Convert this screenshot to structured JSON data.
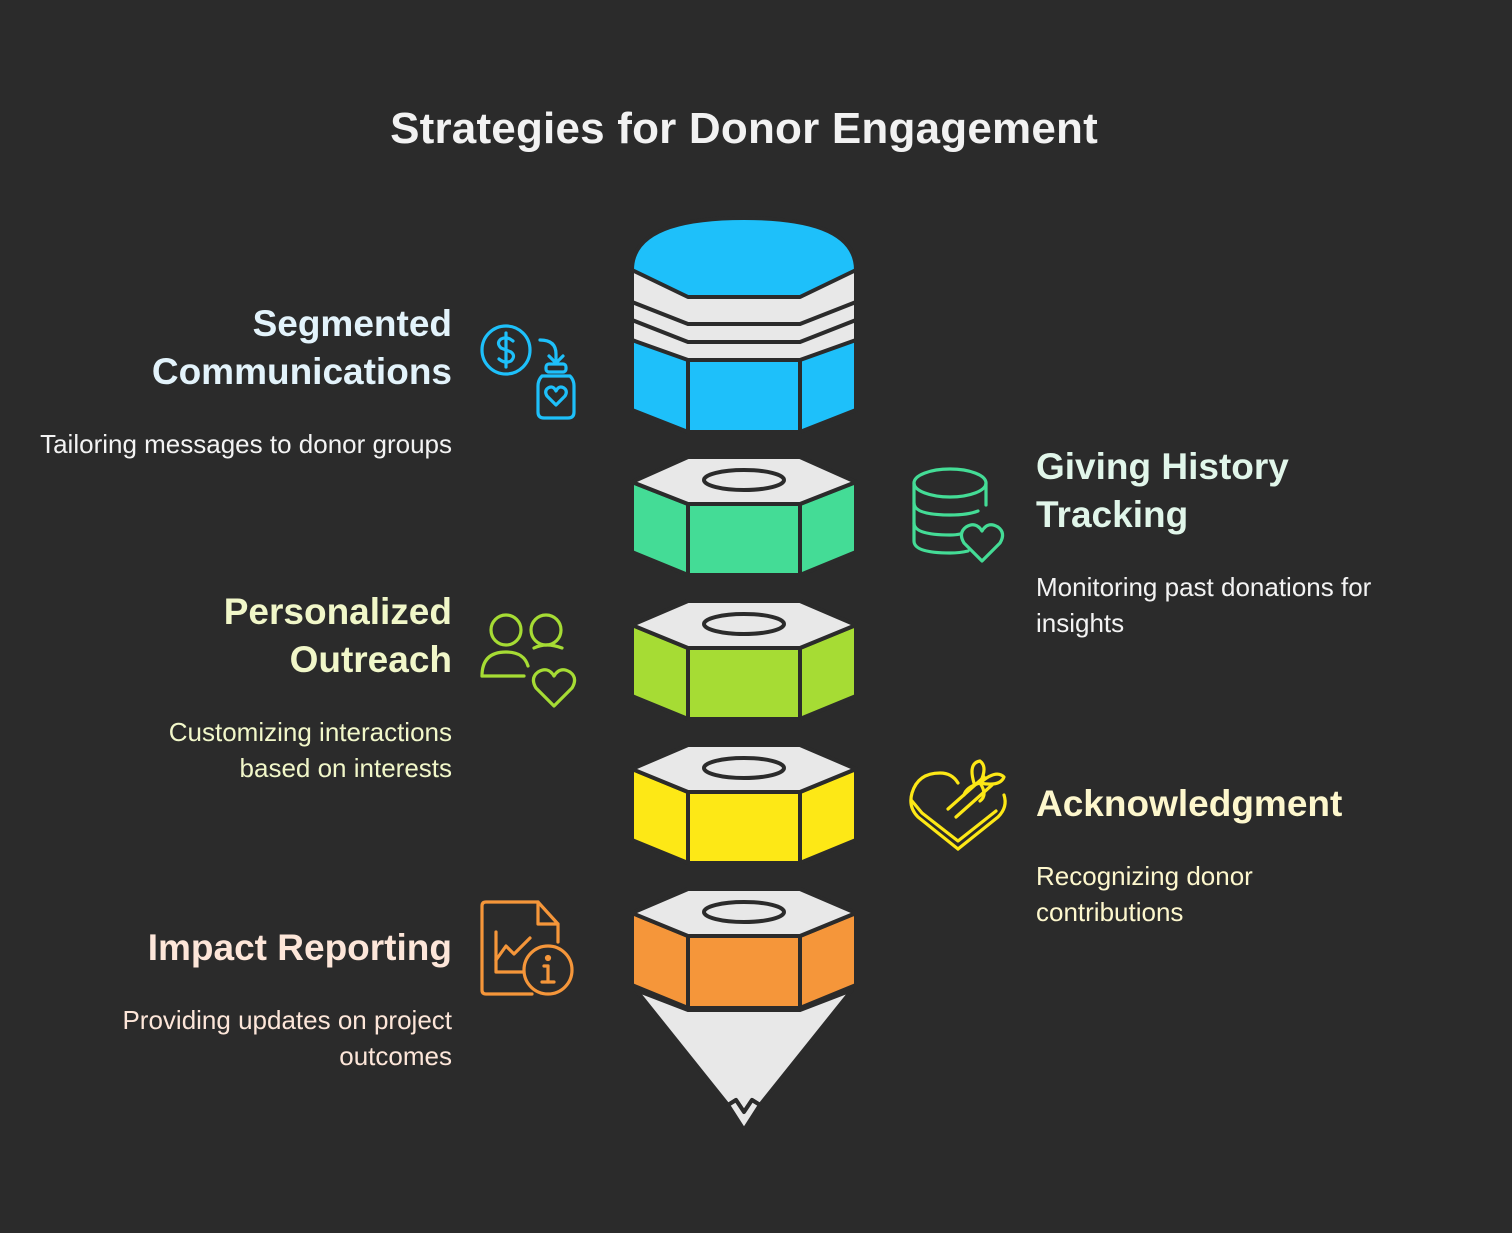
{
  "title": "Strategies for Donor Engagement",
  "stages": [
    {
      "heading": "Segmented Communications",
      "description": "Tailoring messages to donor groups",
      "color": "#1ec0fa",
      "icon": "dollar-to-heart-jar-icon",
      "side": "left"
    },
    {
      "heading": "Giving History Tracking",
      "description": "Monitoring past donations for insights",
      "color": "#44dc96",
      "icon": "database-heart-icon",
      "side": "right"
    },
    {
      "heading": "Personalized Outreach",
      "description": "Customizing interactions based on interests",
      "color": "#a6dc34",
      "icon": "people-heart-icon",
      "side": "left"
    },
    {
      "heading": "Acknowledgment",
      "description": "Recognizing donor contributions",
      "color": "#fde816",
      "icon": "heart-gift-box-icon",
      "side": "right"
    },
    {
      "heading": "Impact Reporting",
      "description": "Providing updates on project outcomes",
      "color": "#f5963a",
      "icon": "report-chart-info-icon",
      "side": "left"
    }
  ],
  "colors": {
    "background": "#2b2b2b",
    "cap": "#e8e8e8",
    "outline": "#2b2b2b",
    "heading_text": [
      "#e3f3fb",
      "#e1f6ea",
      "#f1f7c9",
      "#fdf7cd",
      "#fde6d9"
    ],
    "body_text": "#f3f3f3"
  }
}
